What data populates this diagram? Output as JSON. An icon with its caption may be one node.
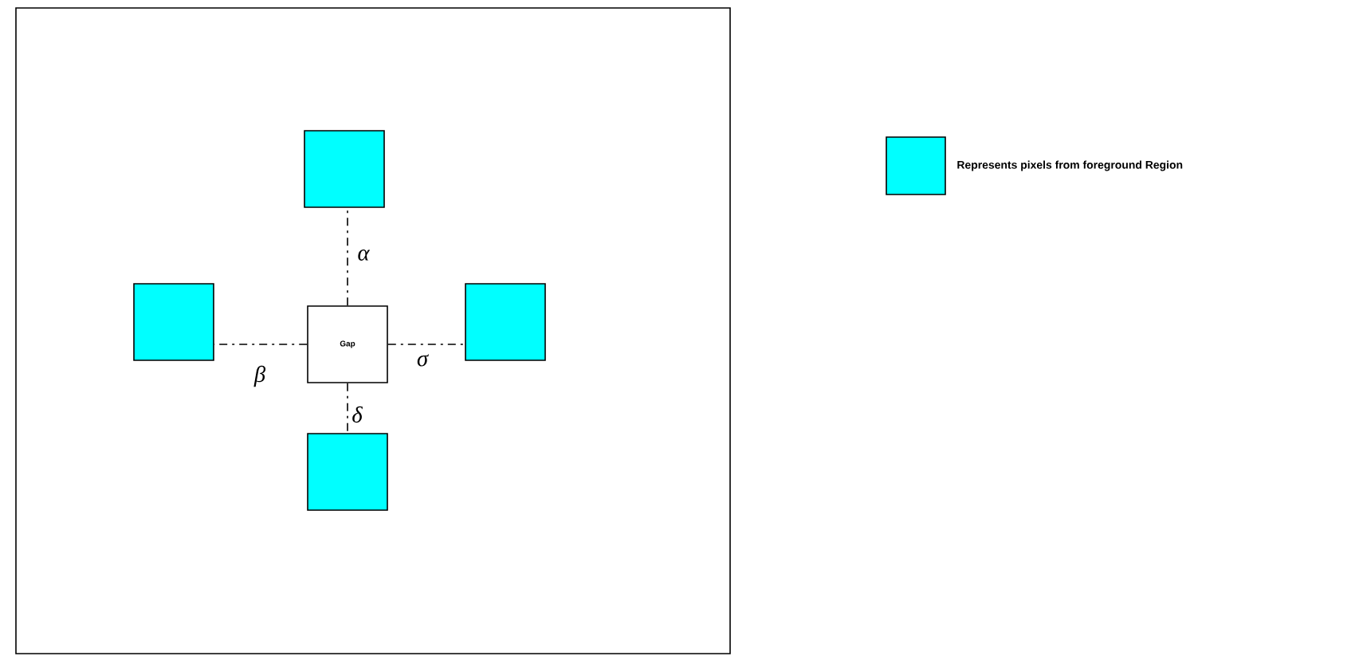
{
  "diagram": {
    "nodes": [
      {
        "text": [],
        "shape": "box"
      },
      {
        "text": [],
        "shape": "box",
        "in": 0
      },
      {
        "text": [],
        "shape": "box",
        "in": 0
      },
      {
        "text": [
          "Gap"
        ],
        "in": 0
      },
      {
        "text": [],
        "shape": "box",
        "in": 0
      },
      {
        "text": [],
        "shape": "box",
        "in": 0
      }
    ],
    "edges": [
      {
        "from": 3,
        "to": 1,
        "arrow": "none",
        "label": "α",
        "style": "dashed"
      },
      {
        "from": 3,
        "to": 2,
        "arrow": "none",
        "label": "β",
        "style": "dashed"
      },
      {
        "from": 3,
        "to": 4,
        "arrow": "none",
        "label": "σ",
        "style": "dashed"
      },
      {
        "from": 3,
        "to": 5,
        "arrow": "none",
        "label": "δ",
        "style": "dashed"
      }
    ],
    "legend": [
      {
        "text": "Represents pixels from foreground Region",
        "color": "#00ffff"
      }
    ]
  }
}
